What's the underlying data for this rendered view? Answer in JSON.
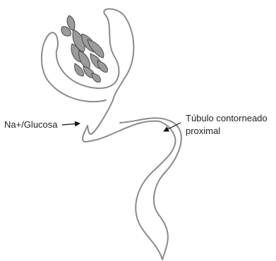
{
  "labels": {
    "left": "Na+/Glucosa",
    "right_line1": "Túbulo contorneado",
    "right_line2": "proximal"
  },
  "colors": {
    "tubule": "#8a8a8a",
    "glomerulus_fill": "#9b9b9b",
    "glomerulus_stroke": "#4a4a4a",
    "arrow": "#111111",
    "text": "#222222"
  }
}
